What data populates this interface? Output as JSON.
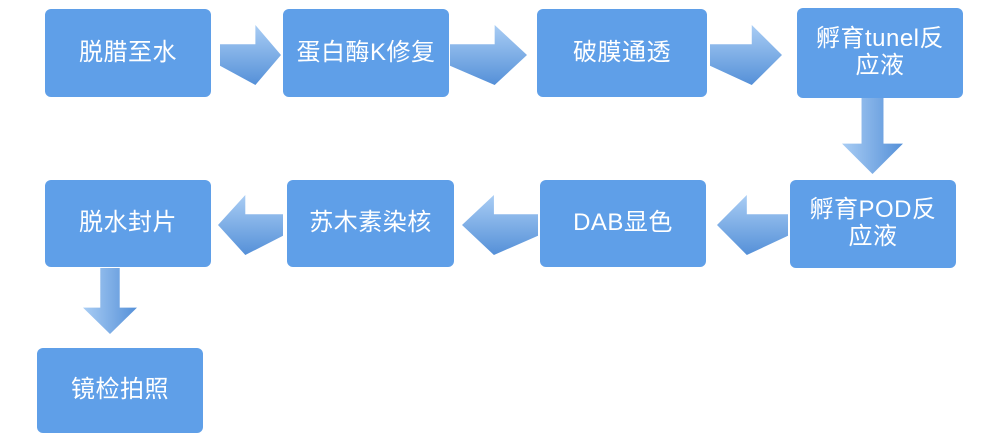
{
  "flowchart": {
    "colors": {
      "background": "#ffffff",
      "node_fill": "#5f9fe8",
      "arrow_light": "#a9cdf4",
      "arrow_dark": "#5590d8",
      "text": "#ffffff"
    },
    "nodes": [
      {
        "id": "dewax-to-water",
        "label": "脱腊至水"
      },
      {
        "id": "proteinase-k-repair",
        "label": "蛋白酶K修复"
      },
      {
        "id": "membrane-permeabilization",
        "label": "破膜通透"
      },
      {
        "id": "incubate-tunel-reaction-solution",
        "label": "孵育tunel反\n应液"
      },
      {
        "id": "incubate-pod-reaction-solution",
        "label": "孵育POD反\n应液"
      },
      {
        "id": "dab-color-development",
        "label": "DAB显色"
      },
      {
        "id": "hematoxylin-nuclear-stain",
        "label": "苏木素染核"
      },
      {
        "id": "dehydrate-and-mount",
        "label": "脱水封片"
      },
      {
        "id": "microscopy-and-photograph",
        "label": "镜检拍照"
      }
    ],
    "connections": [
      {
        "from": "dewax-to-water",
        "to": "proteinase-k-repair",
        "direction": "right"
      },
      {
        "from": "proteinase-k-repair",
        "to": "membrane-permeabilization",
        "direction": "right"
      },
      {
        "from": "membrane-permeabilization",
        "to": "incubate-tunel-reaction-solution",
        "direction": "right"
      },
      {
        "from": "incubate-tunel-reaction-solution",
        "to": "incubate-pod-reaction-solution",
        "direction": "down"
      },
      {
        "from": "incubate-pod-reaction-solution",
        "to": "dab-color-development",
        "direction": "left"
      },
      {
        "from": "dab-color-development",
        "to": "hematoxylin-nuclear-stain",
        "direction": "left"
      },
      {
        "from": "hematoxylin-nuclear-stain",
        "to": "dehydrate-and-mount",
        "direction": "left"
      },
      {
        "from": "dehydrate-and-mount",
        "to": "microscopy-and-photograph",
        "direction": "down"
      }
    ]
  }
}
